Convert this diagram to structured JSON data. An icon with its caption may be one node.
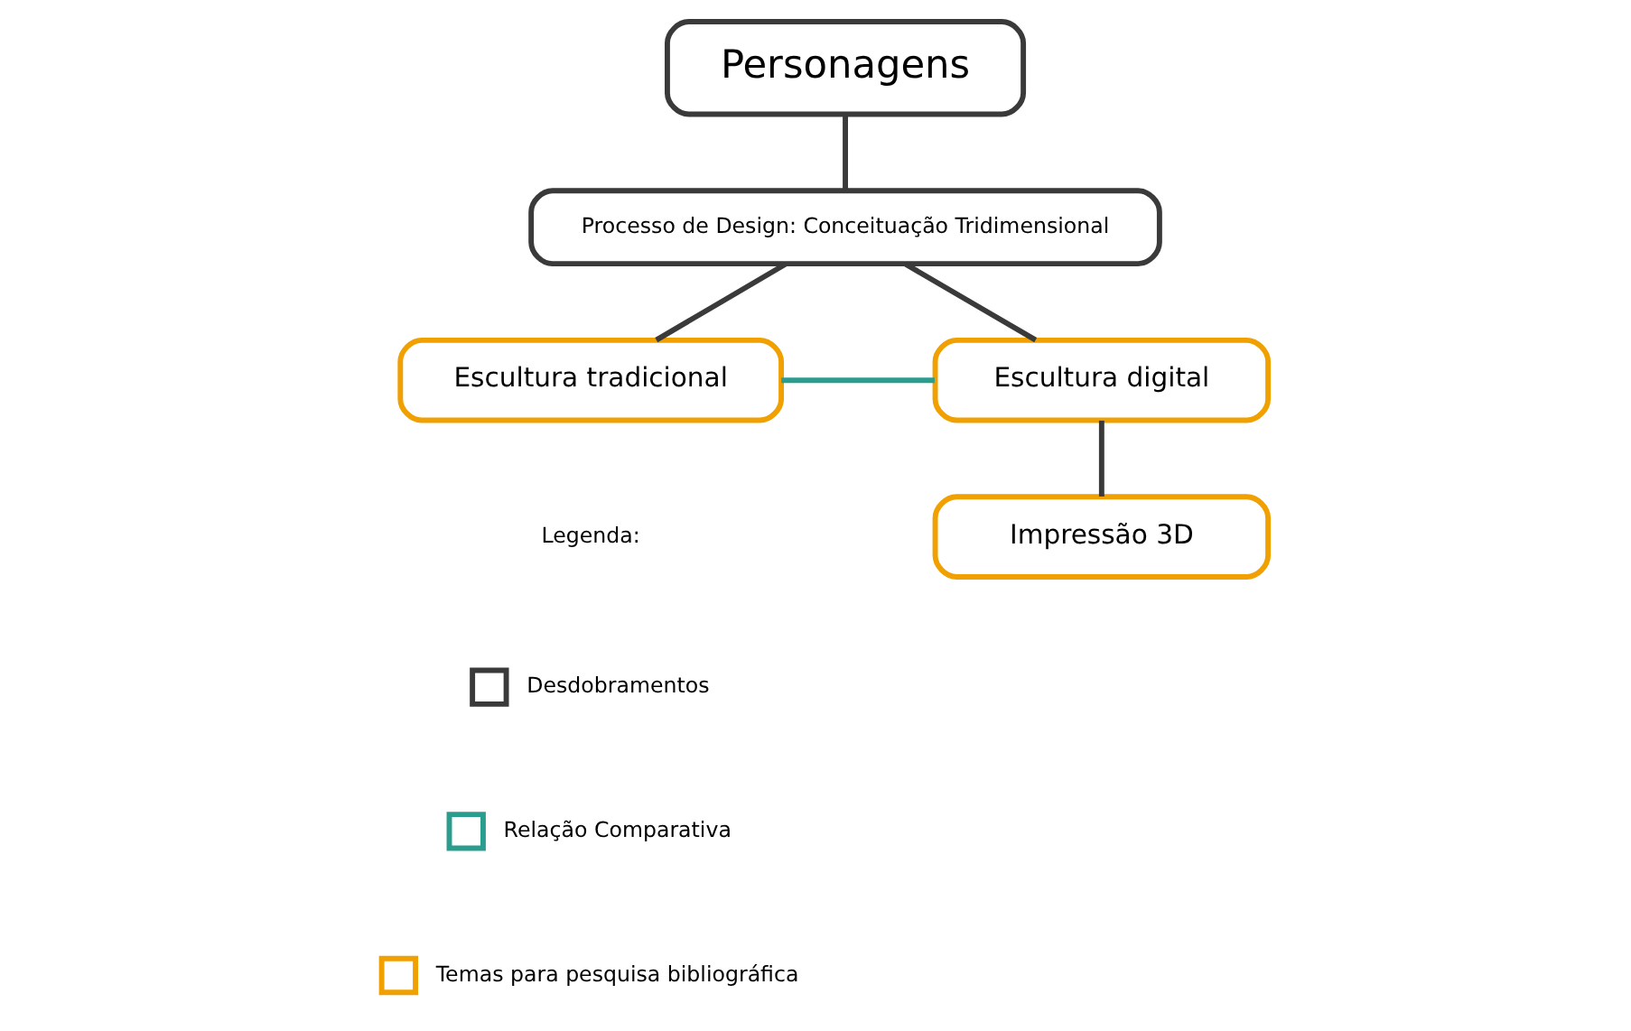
{
  "diagram": {
    "nodes": [
      {
        "text": [
          "Personagens"
        ]
      },
      {
        "text": [
          "Processo de Design: Conceituação Tridimensional"
        ]
      },
      {
        "text": [
          "Escultura tradicional"
        ]
      },
      {
        "text": [
          "Escultura digital"
        ]
      },
      {
        "text": [
          "Impressão 3D"
        ]
      }
    ],
    "edges": [
      {
        "from": 0,
        "to": 1,
        "arrow": "none"
      },
      {
        "from": 1,
        "to": 2,
        "arrow": "none"
      },
      {
        "from": 1,
        "to": 3,
        "arrow": "none"
      },
      {
        "from": 2,
        "to": 3,
        "arrow": "none",
        "color": "#2a9d8f"
      },
      {
        "from": 3,
        "to": 4,
        "arrow": "none"
      }
    ],
    "labels": [
      "Legenda:"
    ],
    "legend": [
      {
        "text": "Desdobramentos",
        "color": "#3a3a3a"
      },
      {
        "text": "Relação Comparativa",
        "color": "#2a9d8f"
      },
      {
        "text": "Temas para pesquisa bibliográfica",
        "color": "#f0a000"
      }
    ]
  }
}
